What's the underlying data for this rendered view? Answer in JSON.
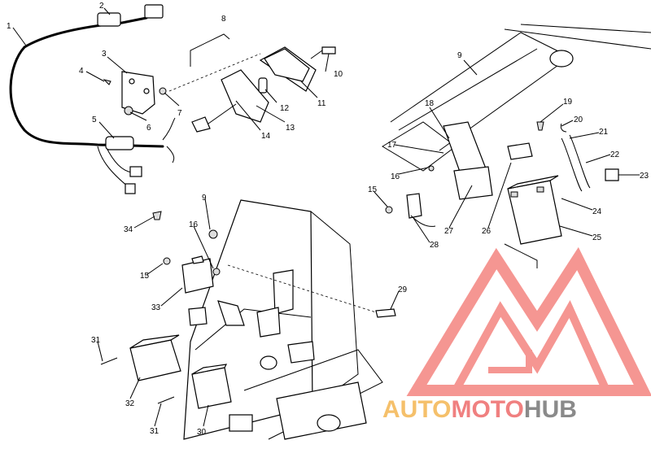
{
  "callouts": [
    "1",
    "2",
    "3",
    "4",
    "5",
    "6",
    "7",
    "8",
    "9",
    "10",
    "11",
    "12",
    "13",
    "14",
    "15",
    "16",
    "17",
    "18",
    "19",
    "20",
    "21",
    "22",
    "23",
    "24",
    "25",
    "26",
    "27",
    "28",
    "29",
    "30",
    "31",
    "32",
    "33",
    "34"
  ],
  "duplicates": {
    "c9b": "9",
    "c16b": "16",
    "c15b": "15",
    "c31b": "31"
  },
  "watermark": {
    "part1": "AUTO",
    "part2": "MOTO",
    "part3": "HUB",
    "color1": "#f5c06b",
    "color2": "#f08080",
    "color3": "#8a8a8a"
  },
  "colors": {
    "line": "#000000",
    "logo": "#f4847f",
    "bg": "#ffffff"
  }
}
